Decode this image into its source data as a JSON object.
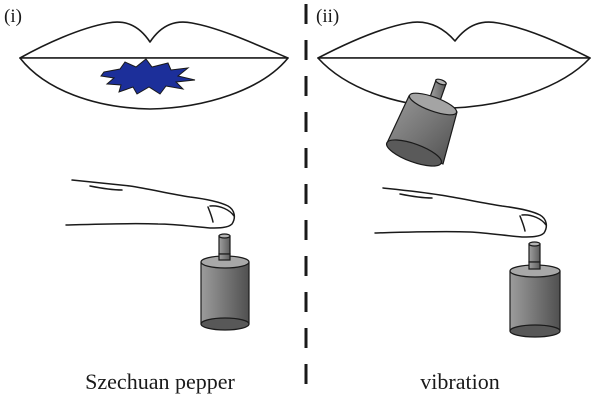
{
  "panels": [
    {
      "id": "i",
      "tag": "(i)",
      "caption": "Szechuan pepper"
    },
    {
      "id": "ii",
      "tag": "(ii)",
      "caption": "vibration"
    }
  ],
  "colors": {
    "stroke": "#1a1a1a",
    "tingle_fill": "#1c2f9a",
    "actuator_light": "#a4a4a4",
    "actuator_mid": "#7d7d7d",
    "actuator_dark": "#545454",
    "background": "#ffffff"
  },
  "icons": {
    "lips": "lips-icon",
    "finger": "finger-icon",
    "actuator": "vibration-actuator-icon",
    "tingle": "tingle-burst-icon"
  }
}
